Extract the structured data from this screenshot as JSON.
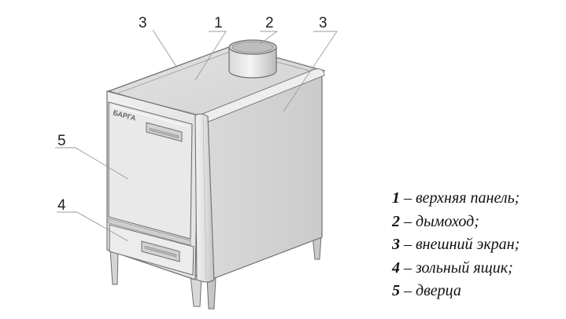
{
  "drawing": {
    "brand_plate": "БАРГА"
  },
  "callouts": [
    {
      "id": "c-3-left",
      "num": "3"
    },
    {
      "id": "c-1",
      "num": "1"
    },
    {
      "id": "c-2",
      "num": "2"
    },
    {
      "id": "c-3-right",
      "num": "3"
    },
    {
      "id": "c-5",
      "num": "5"
    },
    {
      "id": "c-4",
      "num": "4"
    }
  ],
  "legend": [
    {
      "num": "1",
      "text": " – верхняя панель;"
    },
    {
      "num": "2",
      "text": " – дымоход;"
    },
    {
      "num": "3",
      "text": " – внешний экран;"
    },
    {
      "num": "4",
      "text": " – зольный ящик;"
    },
    {
      "num": "5",
      "text": " – дверца"
    }
  ],
  "colors": {
    "metal_light": "#e6e6e6",
    "metal_mid": "#cfcfcf",
    "metal_dark": "#a8a8a8",
    "outline": "#6e6e6e",
    "leader": "#9a9a9a"
  }
}
